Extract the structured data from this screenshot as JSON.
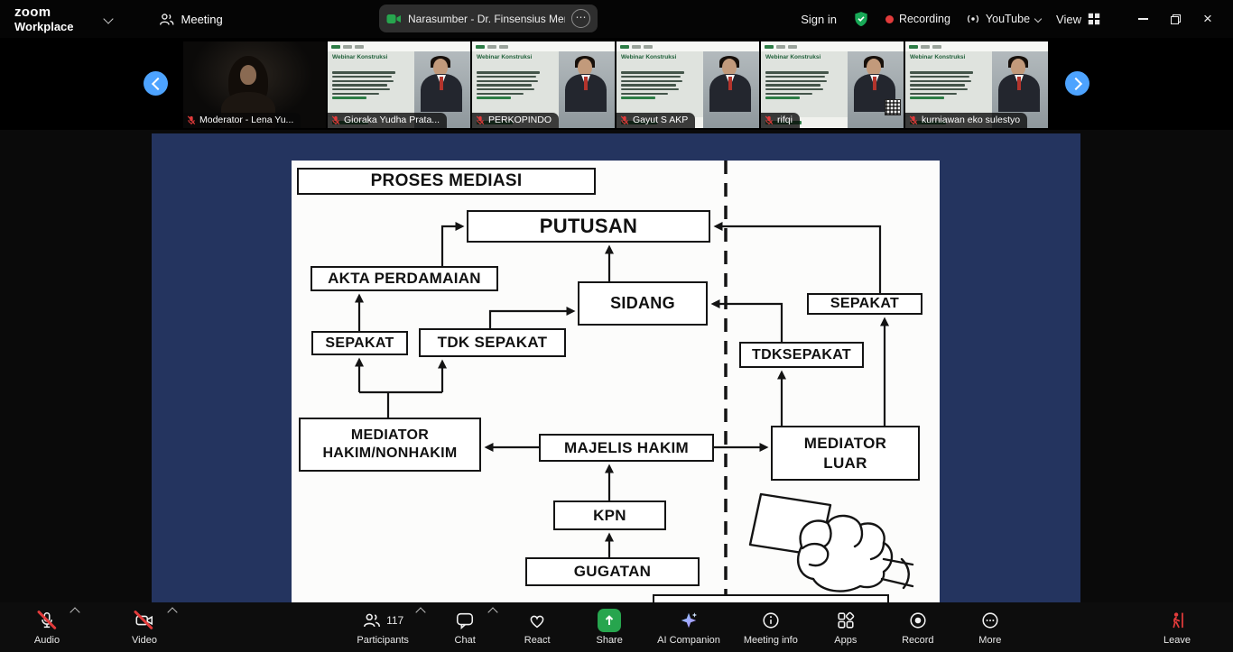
{
  "titlebar": {
    "logo_primary": "zoom",
    "logo_secondary": "Workplace",
    "meeting_tab": "Meeting",
    "active_tab_title": "Narasumber - Dr. Finsensius Men",
    "sign_in": "Sign in",
    "recording": "Recording",
    "youtube": "YouTube",
    "view": "View"
  },
  "icons": {
    "tab_more": "⋯",
    "minimize": "–",
    "close": "×"
  },
  "filmstrip": {
    "poster_title": "Webinar Konstruksi",
    "participants": [
      {
        "name": "Moderator - Lena Yu..."
      },
      {
        "name": "Gioraka Yudha Prata..."
      },
      {
        "name": "PERKOPINDO"
      },
      {
        "name": "Gayut S AKP"
      },
      {
        "name": "rifqi"
      },
      {
        "name": "kurniawan eko sulestyo"
      }
    ]
  },
  "diagram": {
    "title": "PROSES MEDIASI",
    "boxes": {
      "putusan": "PUTUSAN",
      "akta_perdamaian": "AKTA PERDAMAIAN",
      "sidang": "SIDANG",
      "sepakat_left": "SEPAKAT",
      "tdk_sepakat": "TDK SEPAKAT",
      "sepakat_right": "SEPAKAT",
      "tdksepakat_right": "TDKSEPAKAT",
      "mediator_hakim": "MEDIATOR\nHAKIM/NONHAKIM",
      "majelis_hakim": "MAJELIS HAKIM",
      "mediator_luar": "MEDIATOR\nLUAR",
      "kpn": "KPN",
      "gugatan": "GUGATAN"
    }
  },
  "toolbar": {
    "audio": "Audio",
    "video": "Video",
    "participants": "Participants",
    "participants_count": "117",
    "chat": "Chat",
    "react": "React",
    "share": "Share",
    "ai_companion": "AI Companion",
    "meeting_info": "Meeting info",
    "apps": "Apps",
    "record": "Record",
    "more": "More",
    "leave": "Leave"
  },
  "colors": {
    "share_green": "#27a54e",
    "record_red": "#e23b3b",
    "nav_blue": "#4da3ff",
    "stage_navy": "#24345f",
    "shield_green": "#18a957"
  }
}
